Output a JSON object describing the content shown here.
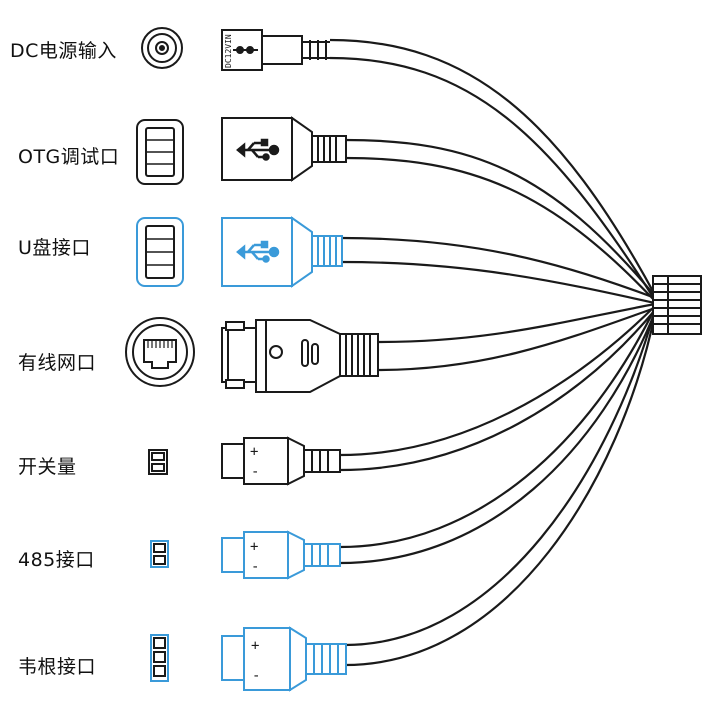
{
  "colors": {
    "black": "#1a1a1a",
    "blue": "#3a9ad9",
    "fill": "#ffffff"
  },
  "labels": {
    "dc_power": "DC电源输入",
    "otg_debug": "OTG调试口",
    "usb_drive": "U盘接口",
    "ethernet": "有线网口",
    "switch": "开关量",
    "rs485": "485接口",
    "wiegand": "韦根接口"
  },
  "dc_plug_marking": "DC12VIN",
  "polarity": {
    "plus": "+",
    "minus": "-"
  },
  "icons": [
    "dc-jack-icon",
    "usb-port-icon",
    "rj45-port-icon",
    "usb-trident-icon",
    "terminal-block-icon"
  ]
}
